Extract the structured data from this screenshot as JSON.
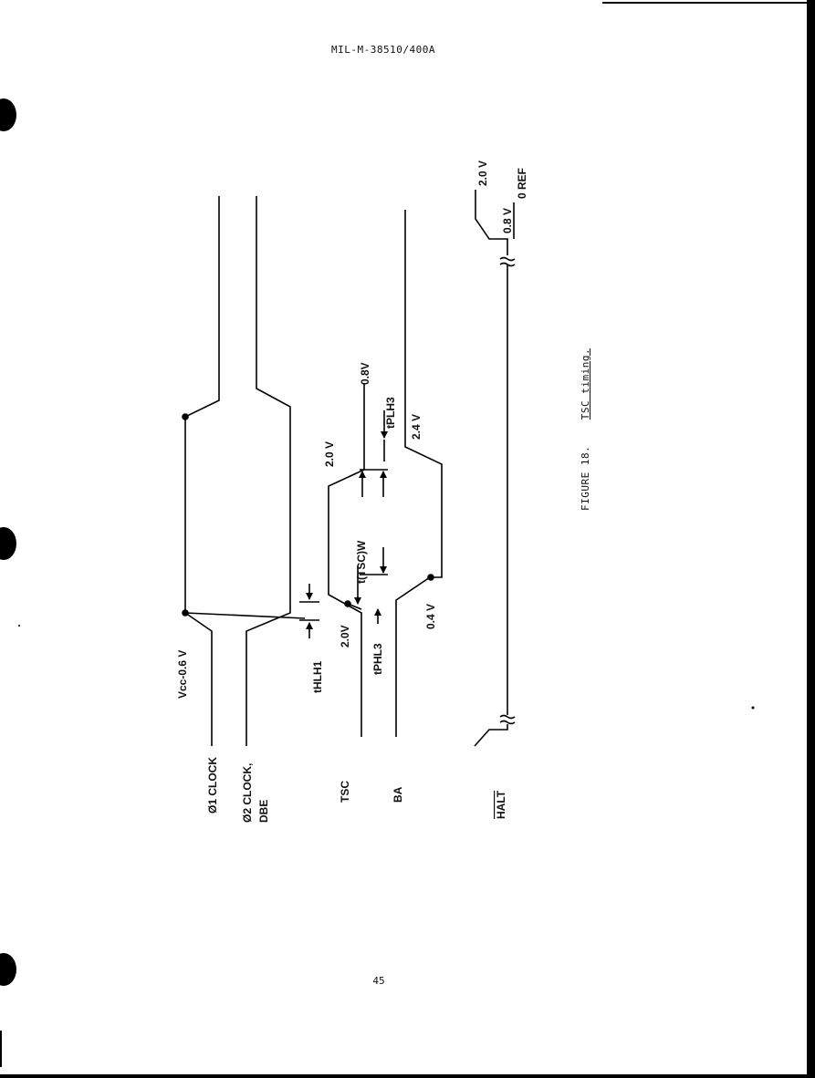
{
  "document": {
    "header": "MIL-M-38510/400A",
    "page_number": "45",
    "figure_caption": {
      "number": "FIGURE 18.",
      "title": "TSC timing."
    }
  },
  "diagram": {
    "signals": {
      "phi1": "Ø1 CLOCK",
      "phi2_line1": "Ø2 CLOCK,",
      "phi2_line2": "DBE",
      "tsc": "TSC",
      "ba": "BA",
      "halt": "HALT"
    },
    "levels": {
      "vcc": "Vcc-0.6 V",
      "tsc_start": "2.0V",
      "tsc_high": "2.0 V",
      "tsc_end": "0.8V",
      "ba_low": "0.4 V",
      "ba_high": "2.4 V",
      "halt_high": "2.0 V",
      "halt_low": "0.8 V",
      "halt_ref": "0 REF"
    },
    "timings": {
      "thlh": "tHLH1",
      "tphl": "tPHL3",
      "tsc_w": "t(TSC)W",
      "tplh": "tPLH3"
    }
  }
}
